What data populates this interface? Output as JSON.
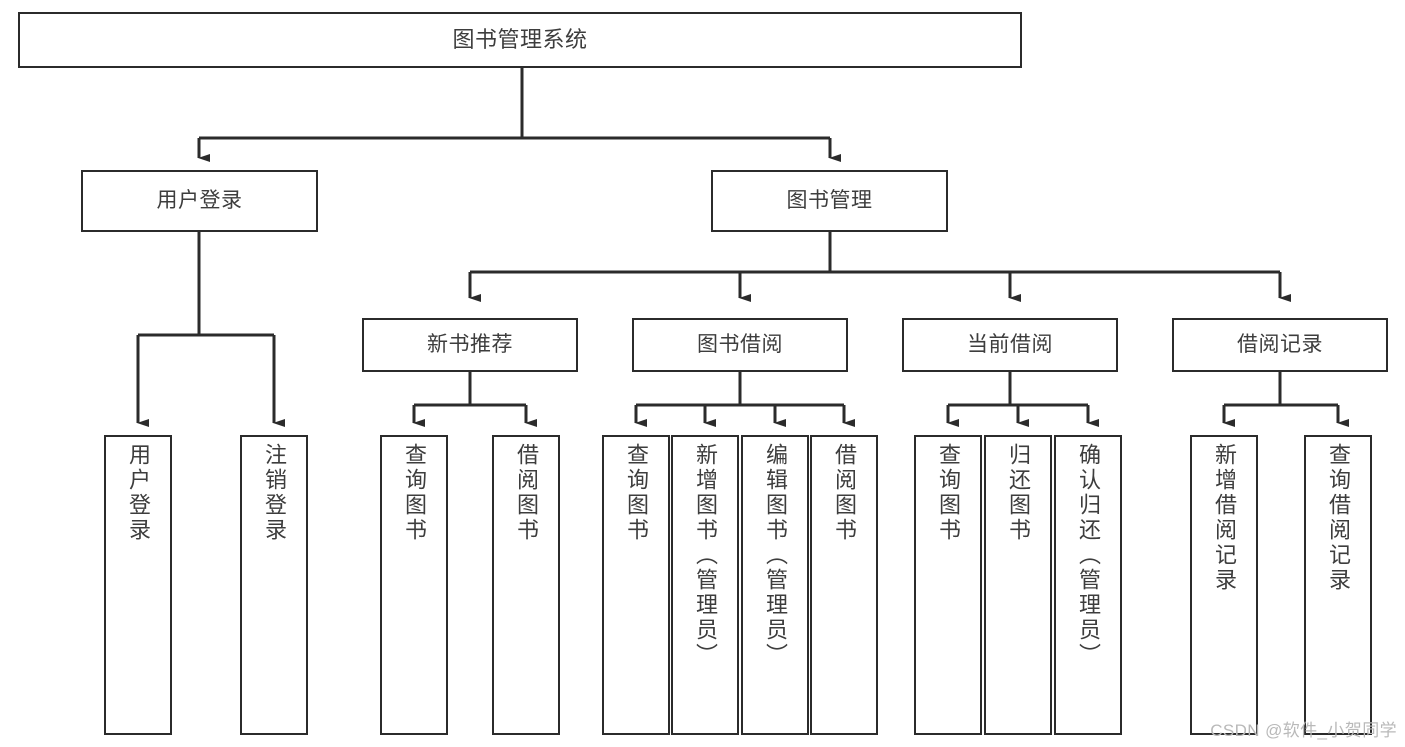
{
  "diagram": {
    "title": "图书管理系统",
    "type": "tree",
    "watermark": "CSDN @软件_小贺同学",
    "colors": {
      "stroke": "#2b2b2b",
      "text": "#3d3d3d",
      "background": "#ffffff",
      "watermark": "#b9b9b9"
    },
    "root": {
      "label": "图书管理系统",
      "orientation": "horizontal"
    },
    "level1": [
      {
        "id": "user-login",
        "label": "用户登录",
        "orientation": "horizontal"
      },
      {
        "id": "book-manage",
        "label": "图书管理",
        "orientation": "horizontal"
      }
    ],
    "level2": [
      {
        "id": "new-book-recommend",
        "label": "新书推荐",
        "orientation": "horizontal",
        "parent": "book-manage"
      },
      {
        "id": "book-borrow",
        "label": "图书借阅",
        "orientation": "horizontal",
        "parent": "book-manage"
      },
      {
        "id": "current-borrow",
        "label": "当前借阅",
        "orientation": "horizontal",
        "parent": "book-manage"
      },
      {
        "id": "borrow-record",
        "label": "借阅记录",
        "orientation": "horizontal",
        "parent": "book-manage"
      }
    ],
    "leaves": {
      "user-login": [
        {
          "id": "leaf-user-login",
          "label": "用户登录",
          "orientation": "vertical"
        },
        {
          "id": "leaf-logout",
          "label": "注销登录",
          "orientation": "vertical"
        }
      ],
      "new-book-recommend": [
        {
          "id": "leaf-query-book-1",
          "label": "查询图书",
          "orientation": "vertical"
        },
        {
          "id": "leaf-borrow-book-1",
          "label": "借阅图书",
          "orientation": "vertical"
        }
      ],
      "book-borrow": [
        {
          "id": "leaf-query-book-2",
          "label": "查询图书",
          "orientation": "vertical"
        },
        {
          "id": "leaf-add-book",
          "label": "新增图书（管理员）",
          "orientation": "vertical"
        },
        {
          "id": "leaf-edit-book",
          "label": "编辑图书（管理员）",
          "orientation": "vertical"
        },
        {
          "id": "leaf-borrow-book-2",
          "label": "借阅图书",
          "orientation": "vertical"
        }
      ],
      "current-borrow": [
        {
          "id": "leaf-query-book-3",
          "label": "查询图书",
          "orientation": "vertical"
        },
        {
          "id": "leaf-return-book",
          "label": "归还图书",
          "orientation": "vertical"
        },
        {
          "id": "leaf-confirm-return",
          "label": "确认归还（管理员）",
          "orientation": "vertical"
        }
      ],
      "borrow-record": [
        {
          "id": "leaf-add-record",
          "label": "新增借阅记录",
          "orientation": "vertical"
        },
        {
          "id": "leaf-query-record",
          "label": "查询借阅记录",
          "orientation": "vertical"
        }
      ]
    }
  }
}
